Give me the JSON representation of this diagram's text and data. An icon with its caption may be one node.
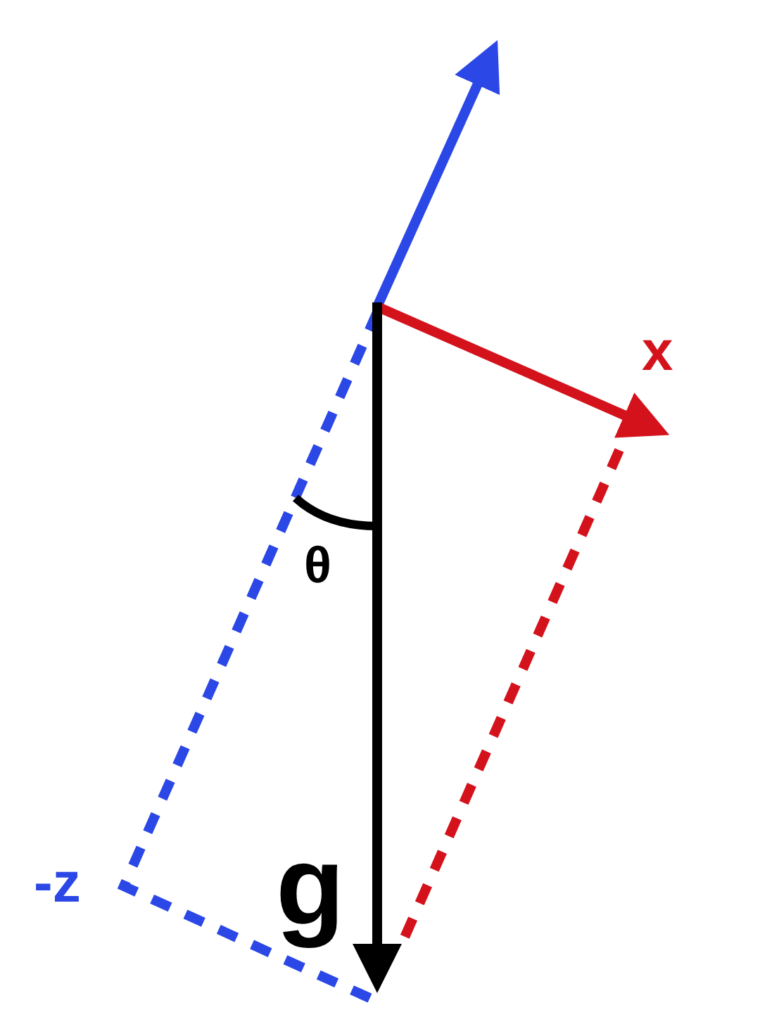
{
  "diagram": {
    "labels": [
      "x",
      "θ",
      "-z",
      "g"
    ]
  }
}
